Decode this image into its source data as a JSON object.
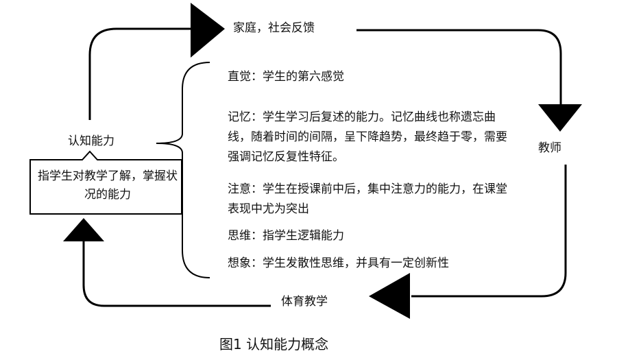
{
  "nodes": {
    "home_society": "家庭，社会反馈",
    "teacher": "教师",
    "physical_education": "体育教学",
    "cognitive_ability": "认知能力",
    "cognitive_ability_desc": "指学生对教学了解，掌握状况的能力"
  },
  "items": [
    {
      "text": "直觉：学生的第六感觉"
    },
    {
      "text": "记忆：学生学习后复述的能力。记忆曲线也称遗忘曲线，随着时间的间隔，呈下降趋势，最终趋于零，需要强调记忆反复性特征。"
    },
    {
      "text": "注意：学生在授课前中后，集中注意力的能力，在课堂表现中尤为突出"
    },
    {
      "text": "思维：指学生逻辑能力"
    },
    {
      "text": "想象：学生发散性思维，并具有一定创新性"
    }
  ],
  "caption": "图1 认知能力概念",
  "colors": {
    "line": "#000000",
    "text": "#111111",
    "background": "#ffffff"
  }
}
